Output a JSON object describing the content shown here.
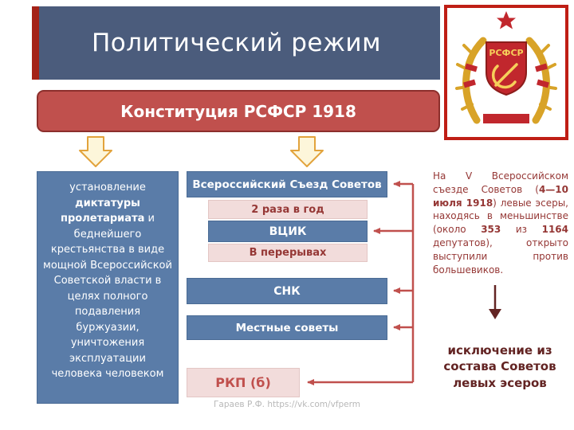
{
  "title": "Политический режим",
  "constitution": "Конституция РСФСР 1918",
  "emblem": {
    "label": "РСФСР"
  },
  "left_panel": {
    "seg1": "установление ",
    "seg2": "диктатуры пролетариата",
    "seg3": " и беднейшего крестьянства в виде мощной Всероссийской Советской власти в целях полного подавления буржуазии, уничтожения эксплуатации человека человеком"
  },
  "hierarchy": {
    "congress": "Всероссийский Съезд Советов",
    "frequency": "2 раза в год",
    "vcik": "ВЦИК",
    "between": "В перерывах",
    "snk": "СНК",
    "local": "Местные советы",
    "rkp": "РКП (б)"
  },
  "right_panel": {
    "seg1": "На V Всероссийском съезде Советов (",
    "seg2": "4—10 июля 1918",
    "seg3": ") левые эсеры, находясь в меньшинстве (около ",
    "seg4": "353",
    "seg5": " из ",
    "seg6": "1164",
    "seg7": " депутатов), открыто выступили против большевиков.",
    "conclusion": "исключение из состава Советов левых эсеров"
  },
  "footer": "Гараев Р.Ф. https://vk.com/vfperm",
  "colors": {
    "title_bg": "#4b5c7c",
    "accent_red": "#a42318",
    "constitution_bg": "#c0504d",
    "constitution_border": "#8c2f2c",
    "blue_box": "#5a7ca8",
    "blue_box_border": "#4a6b94",
    "light_box": "#f2dcdb",
    "light_box_border": "#e3c6c4",
    "dark_red_text": "#953735",
    "rkp_red": "#c0504d",
    "arrow_red": "#c0504d",
    "arrow_yellow_fill": "#fdf6da",
    "arrow_yellow_stroke": "#e2a33c",
    "down_arrow": "#632423",
    "emblem_border": "#bf1e15",
    "emblem_red": "#c1272d",
    "emblem_gold": "#d8a328",
    "footer_gray": "#b8b8b8"
  }
}
